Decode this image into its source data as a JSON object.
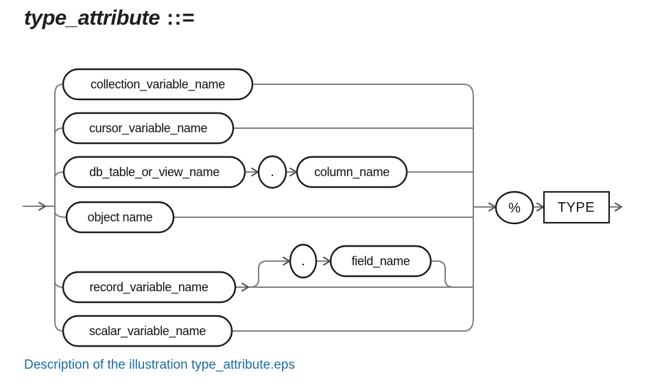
{
  "title": {
    "name": "type_attribute",
    "operator": "::="
  },
  "diagram": {
    "nodes": {
      "collection": "collection_variable_name",
      "cursor": "cursor_variable_name",
      "db_table": "db_table_or_view_name",
      "dot": ".",
      "column": "column_name",
      "object": "object name",
      "record": "record_variable_name",
      "field": "field_name",
      "scalar": "scalar_variable_name",
      "percent": "%",
      "type_keyword": "TYPE"
    }
  },
  "caption": {
    "text": "Description of the illustration type_attribute.eps"
  },
  "colors": {
    "connector": "#7e7e7e",
    "shape_border": "#1a1a1a",
    "text": "#111111",
    "caption_link": "#1c6b9f",
    "background": "#ffffff"
  }
}
